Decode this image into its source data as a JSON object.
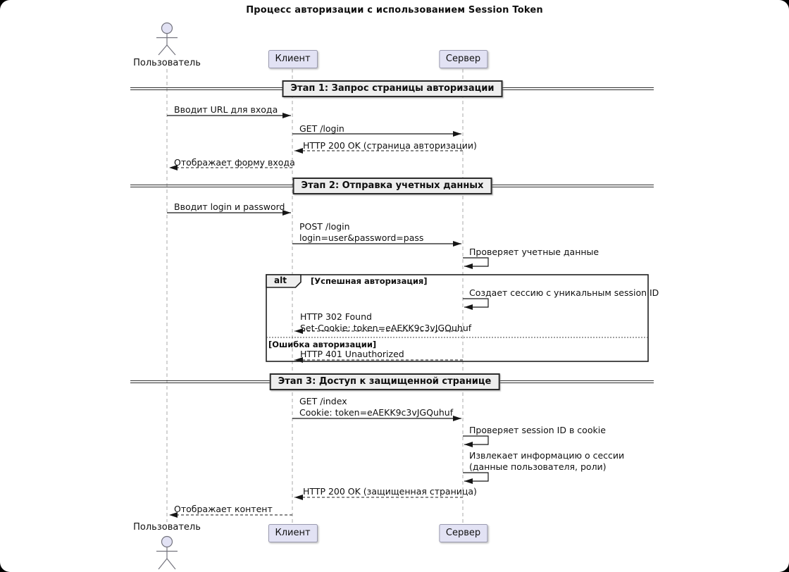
{
  "title": "Процесс авторизации с использованием Session Token",
  "participants": {
    "user": "Пользователь",
    "client": "Клиент",
    "server": "Сервер"
  },
  "sections": {
    "s1": "Этап 1: Запрос страницы авторизации",
    "s2": "Этап 2: Отправка учетных данных",
    "s3": "Этап 3: Доступ к защищенной странице"
  },
  "alt": {
    "operator": "alt",
    "guard_success": "[Успешная авторизация]",
    "guard_error": "[Ошибка авторизации]"
  },
  "messages": {
    "m1": "Вводит URL для входа",
    "m2": "GET /login",
    "m3": "HTTP 200 OK (страница авторизации)",
    "m4": "Отображает форму входа",
    "m5": "Вводит login и password",
    "m6a": "POST /login",
    "m6b": "login=user&password=pass",
    "m7": "Проверяет учетные данные",
    "m8": "Создает сессию с уникальным session ID",
    "m9a": "HTTP 302 Found",
    "m9b": "Set-Cookie: token=eAEKK9c3vJGQuhuf",
    "m10": "HTTP 401 Unauthorized",
    "m11a": "GET /index",
    "m11b": "Cookie: token=eAEKK9c3vJGQuhuf",
    "m12": "Проверяет session ID в cookie",
    "m13a": "Извлекает информацию о сессии",
    "m13b": "(данные пользователя, роли)",
    "m14": "HTTP 200 OK (защищенная страница)",
    "m15": "Отображает контент"
  }
}
